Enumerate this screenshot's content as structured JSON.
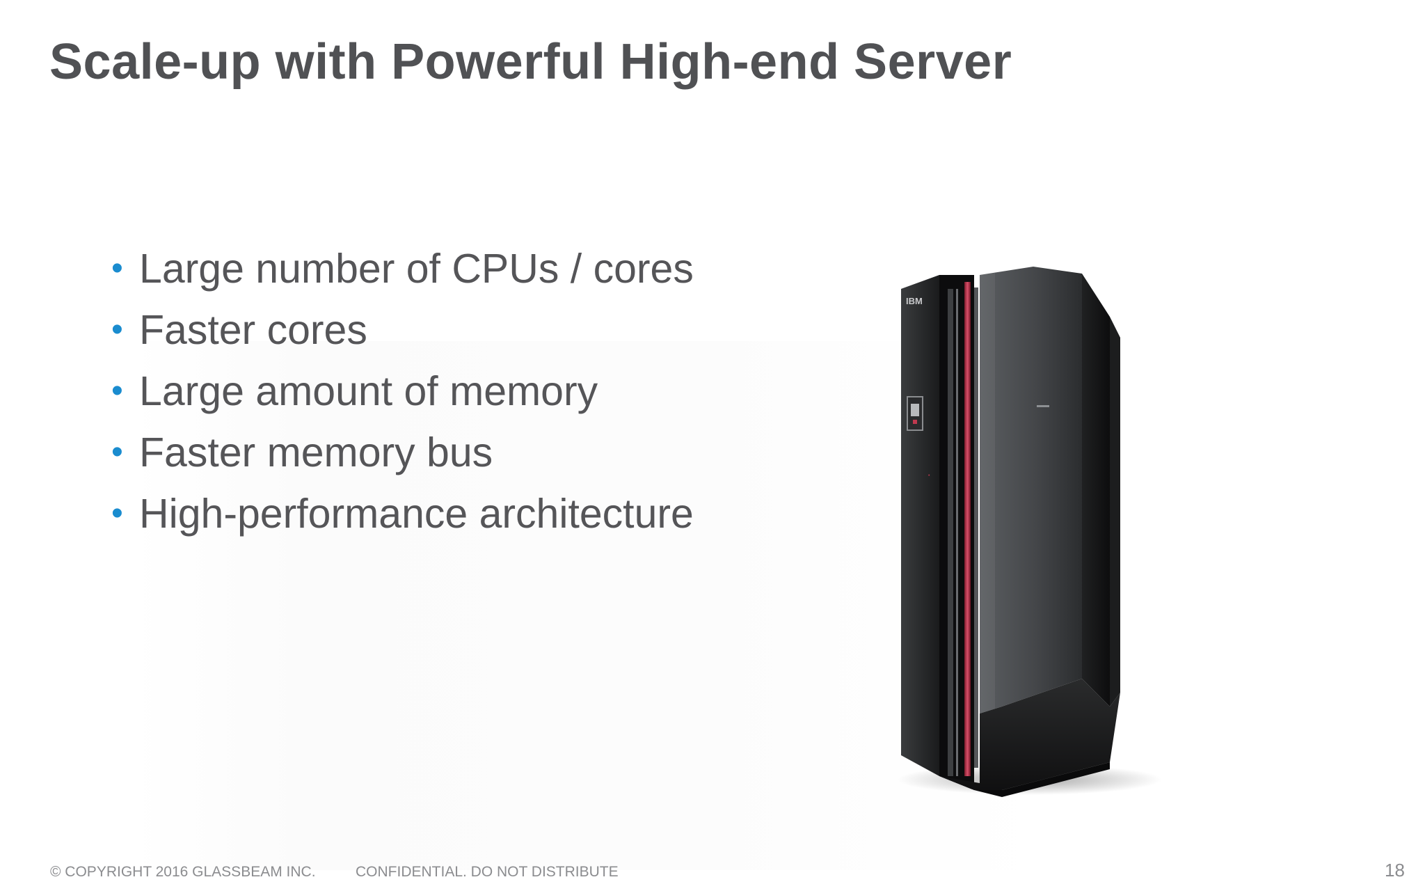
{
  "slide": {
    "title": "Scale-up with Powerful High-end Server",
    "bullets": [
      "Large number of CPUs / cores",
      "Faster cores",
      "Large amount of memory",
      "Faster memory bus",
      "High-performance architecture"
    ],
    "bullet_color": "#1a8ccf",
    "image": {
      "subject": "server-rack-icon",
      "badge": "IBM"
    }
  },
  "footer": {
    "copyright": "© COPYRIGHT 2016  GLASSBEAM INC.",
    "notice": "CONFIDENTIAL. DO NOT DISTRIBUTE",
    "page_number": "18"
  }
}
